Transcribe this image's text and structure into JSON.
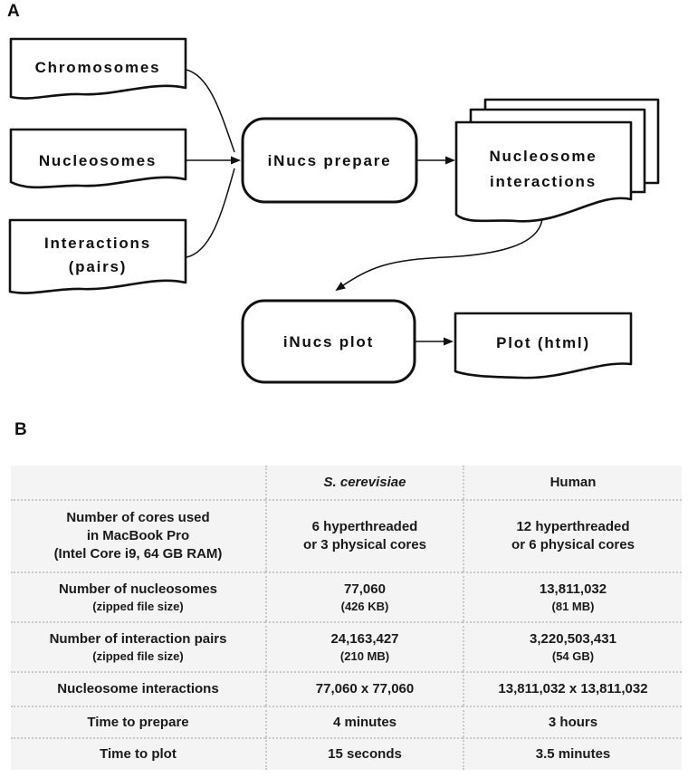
{
  "panel_a": {
    "label": "A",
    "nodes": {
      "chromosomes": "Chromosomes",
      "nucleosomes": "Nucleosomes",
      "interactions_line1": "Interactions",
      "interactions_line2": "(pairs)",
      "prepare": "iNucs prepare",
      "output_line1": "Nucleosome",
      "output_line2": "interactions",
      "plot": "iNucs plot",
      "plot_output": "Plot (html)"
    }
  },
  "panel_b": {
    "label": "B",
    "table": {
      "headers": [
        "",
        "S. cerevisiae",
        "Human"
      ],
      "rows": [
        {
          "label": [
            "Number of cores used",
            "in MacBook Pro",
            "(Intel Core i9, 64 GB RAM)"
          ],
          "cerevisiae": [
            "6 hyperthreaded",
            "or 3 physical cores"
          ],
          "human": [
            "12 hyperthreaded",
            "or 6 physical cores"
          ]
        },
        {
          "label": [
            "Number of nucleosomes",
            "(zipped file size)"
          ],
          "cerevisiae": [
            "77,060",
            "(426 KB)"
          ],
          "human": [
            "13,811,032",
            "(81 MB)"
          ]
        },
        {
          "label": [
            "Number of interaction pairs",
            "(zipped file size)"
          ],
          "cerevisiae": [
            "24,163,427",
            "(210 MB)"
          ],
          "human": [
            "3,220,503,431",
            "(54 GB)"
          ]
        },
        {
          "label": [
            "Nucleosome interactions"
          ],
          "cerevisiae": [
            "77,060 x 77,060"
          ],
          "human": [
            "13,811,032 x 13,811,032"
          ]
        },
        {
          "label": [
            "Time to prepare"
          ],
          "cerevisiae": [
            "4 minutes"
          ],
          "human": [
            "3 hours"
          ]
        },
        {
          "label": [
            "Time to plot"
          ],
          "cerevisiae": [
            "15 seconds"
          ],
          "human": [
            "3.5 minutes"
          ]
        }
      ]
    }
  },
  "colors": {
    "table_background": "#f4f4f4",
    "dotted_separator": "#c9c9c9",
    "text": "#1a1a1a",
    "shape_stroke": "#111111"
  }
}
